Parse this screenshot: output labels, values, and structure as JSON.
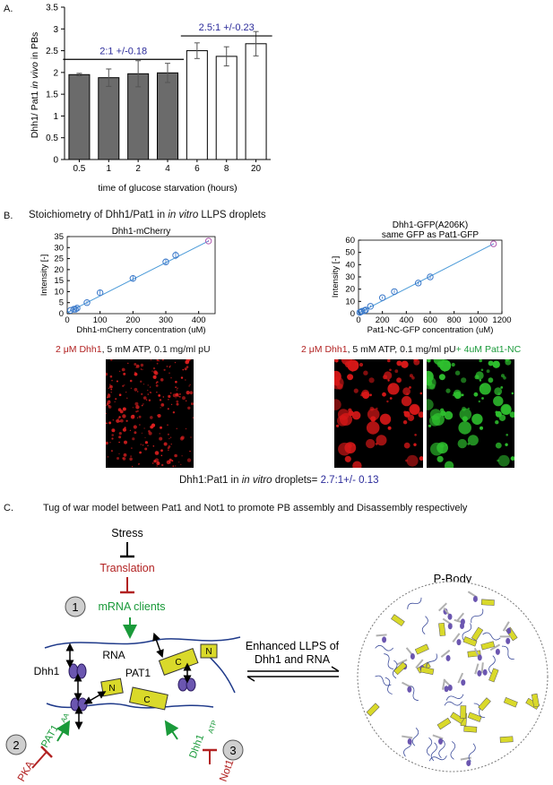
{
  "panels": {
    "a": "A.",
    "b": "B.",
    "c": "C."
  },
  "chart_data": [
    {
      "type": "bar",
      "title": "",
      "xlabel": "time of glucose starvation (hours)",
      "ylabel_pre": "Dhh1/ Pat1 ",
      "ylabel_ital": "in vivo",
      "ylabel_post": " in PBs",
      "ylim": [
        0,
        3.5
      ],
      "yticks": [
        "0",
        "0.5",
        "1",
        "1.5",
        "2",
        "2.5",
        "3",
        "3.5"
      ],
      "categories": [
        "0.5",
        "1",
        "2",
        "4",
        "6",
        "8",
        "20"
      ],
      "values": [
        1.95,
        1.88,
        1.97,
        1.99,
        2.5,
        2.37,
        2.66
      ],
      "errors": [
        0.03,
        0.2,
        0.3,
        0.22,
        0.18,
        0.22,
        0.28
      ],
      "fills": [
        "#6b6b6b",
        "#6b6b6b",
        "#6b6b6b",
        "#6b6b6b",
        "#ffffff",
        "#ffffff",
        "#ffffff"
      ],
      "annotations": [
        {
          "text": "2:1 +/-0.18",
          "y": 2.3,
          "from": 0,
          "to": 3
        },
        {
          "text": "2.5:1 +/-0.23",
          "y": 2.84,
          "from": 4,
          "to": 6
        }
      ]
    },
    {
      "type": "scatter",
      "title": "Dhh1-mCherry",
      "xlabel": "Dhh1-mCherry concentration (uM)",
      "ylabel": "Intensity [-]",
      "xlim": [
        0,
        450
      ],
      "ylim": [
        0,
        35
      ],
      "xticks": [
        0,
        100,
        200,
        300,
        400
      ],
      "yticks": [
        0,
        5,
        10,
        15,
        20,
        25,
        30,
        35
      ],
      "x": [
        10,
        20,
        25,
        30,
        60,
        100,
        200,
        300,
        330,
        430
      ],
      "y": [
        1.5,
        2,
        2,
        2.5,
        5,
        9.5,
        16,
        23.5,
        26.5,
        33
      ],
      "err": [
        0.5,
        0.5,
        0.5,
        0.6,
        0.8,
        1.3,
        1.5,
        1.5,
        1.8,
        0.4
      ],
      "fit": [
        [
          0,
          0.5
        ],
        [
          430,
          33
        ]
      ]
    },
    {
      "type": "scatter",
      "title": "Dhh1-GFP(A206K)",
      "subtitle": "same GFP as Pat1-GFP",
      "xlabel": "Pat1-NC-GFP concentration (uM)",
      "ylabel": "Intensity [-]",
      "xlim": [
        0,
        1200
      ],
      "ylim": [
        0,
        60
      ],
      "xticks": [
        0,
        200,
        400,
        600,
        800,
        1000,
        1200
      ],
      "yticks": [
        0,
        10,
        20,
        30,
        40,
        50,
        60
      ],
      "x": [
        10,
        20,
        30,
        50,
        60,
        100,
        200,
        300,
        500,
        600,
        1130
      ],
      "y": [
        1,
        1.5,
        2,
        2.5,
        3,
        6,
        13,
        18,
        25,
        30,
        57
      ],
      "err": [
        0.4,
        0.4,
        0.5,
        0.5,
        0.5,
        0.8,
        1,
        1.4,
        1.3,
        1.5,
        0.4
      ],
      "fit": [
        [
          0,
          0.5
        ],
        [
          1130,
          57
        ]
      ]
    }
  ],
  "panelB": {
    "heading_pre": "Stoichiometry of Dhh1/Pat1 in ",
    "heading_ital": "in vitro",
    "heading_post": " LLPS droplets",
    "cond_left_red": "2 μM Dhh1",
    "cond_left_black": ", 5 mM ATP, 0.1 mg/ml pU",
    "cond_right_red": "2 μM Dhh1",
    "cond_right_black": ", 5  mM ATP, 0.1 mg/ml pU",
    "cond_right_green": "+ 4uM Pat1-NC",
    "result_pre": "Dhh1:Pat1 in ",
    "result_ital": "in vitro",
    "result_post": " droplets= ",
    "result_value": "2.7:1+/- 0.13"
  },
  "panelC": {
    "title": "Tug of war model between Pat1 and Not1 to promote PB assembly and Disassembly respectively",
    "stress": "Stress",
    "translation": "Translation",
    "mrna_clients": "mRNA clients",
    "step1": "1",
    "step2": "2",
    "step3": "3",
    "rna": "RNA",
    "dhh1": "Dhh1",
    "pat1": "PAT1",
    "n": "N",
    "c": "C",
    "llps_line1": "Enhanced LLPS of",
    "llps_line2": "Dhh1 and RNA",
    "pbody": "P-Body",
    "pat1_aa": "PAT1",
    "aa": "AA",
    "pka": "PKA",
    "dhh1_atp": "Dhh1",
    "atp": "ATP",
    "not1": "Not1"
  },
  "colors": {
    "red": "#b22222",
    "green": "#1a9a3a",
    "blue": "#2a2a9a",
    "bar_grey": "#6b6b6b",
    "marker": "#3a78c9",
    "fitline": "#4a9ad8",
    "yellow": "#d9d92a",
    "purple": "#6b56b0"
  }
}
